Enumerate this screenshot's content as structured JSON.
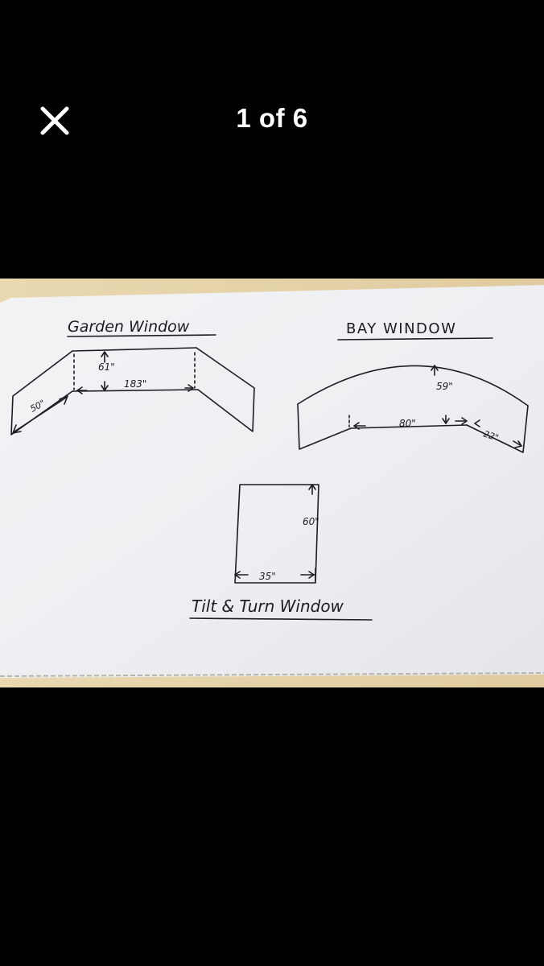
{
  "viewer": {
    "counter": "1 of 6",
    "close_icon": "close-x-icon"
  },
  "photo": {
    "garden": {
      "title": "Garden Window",
      "dim_height": "61\"",
      "dim_width": "183\"",
      "dim_side": "50\""
    },
    "bay": {
      "title": "BAY WINDOW",
      "dim_height": "59\"",
      "dim_width": "80\"",
      "dim_side": "22\""
    },
    "tilt": {
      "title": "Tilt & Turn Window",
      "dim_height": "60\"",
      "dim_width": "35\""
    }
  }
}
